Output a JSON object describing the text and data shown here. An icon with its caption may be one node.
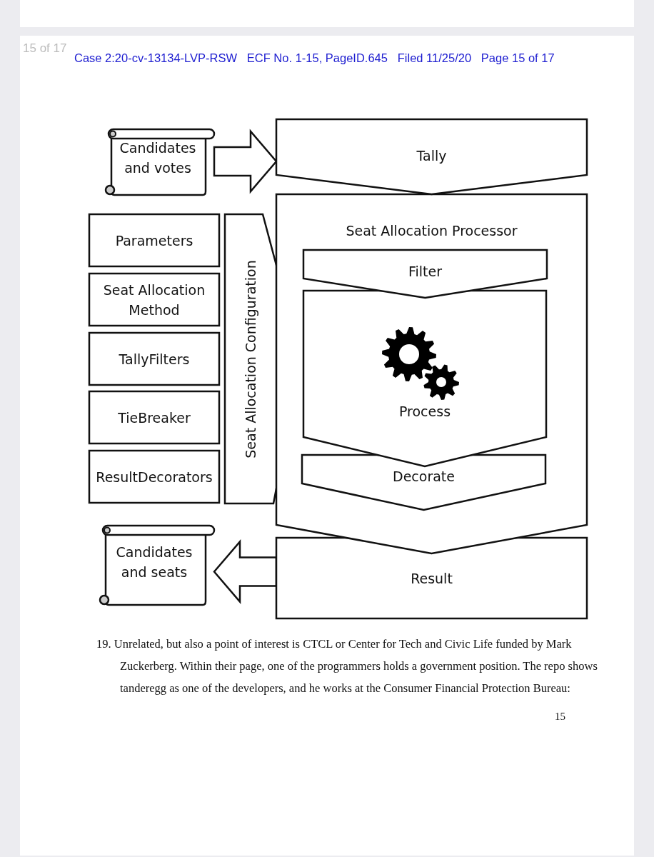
{
  "diagram": {
    "nodes": [
      {
        "text": [
          "Candidates and votes"
        ]
      },
      {
        "text": [
          "Tally"
        ]
      },
      {
        "text": [
          "Seat Allocation Processor"
        ]
      },
      {
        "text": [
          "Filter"
        ],
        "in": 2
      },
      {
        "text": [
          "Process"
        ],
        "in": 2
      },
      {
        "text": [
          "Decorate"
        ],
        "in": 2
      },
      {
        "text": [
          "Parameters"
        ]
      },
      {
        "text": [
          "Seat Allocation Method"
        ]
      },
      {
        "text": [
          "TallyFilters"
        ]
      },
      {
        "text": [
          "TieBreaker"
        ]
      },
      {
        "text": [
          "ResultDecorators"
        ]
      },
      {
        "text": [
          "Seat Allocation Configuration"
        ]
      },
      {
        "text": [
          "Result"
        ]
      },
      {
        "text": [
          "Candidates and seats"
        ]
      }
    ],
    "edges": [
      {
        "from": 0,
        "to": 1,
        "arrow": "to"
      },
      {
        "from": 12,
        "to": 13,
        "arrow": "to"
      }
    ],
    "labels": [
      "15 of 17",
      "Case 2:20-cv-13134-LVP-RSW   ECF No. 1-15, PageID.645   Filed 11/25/20   Page 15 of 17",
      "19. Unrelated, but also a point of interest is CTCL or Center for Tech and Civic Life funded by Mark Zuckerberg. Within their page, one of the programmers holds a government position. The repo shows tanderegg as one of the developers, and he works at the Consumer Financial Protection Bureau:",
      "15"
    ]
  }
}
